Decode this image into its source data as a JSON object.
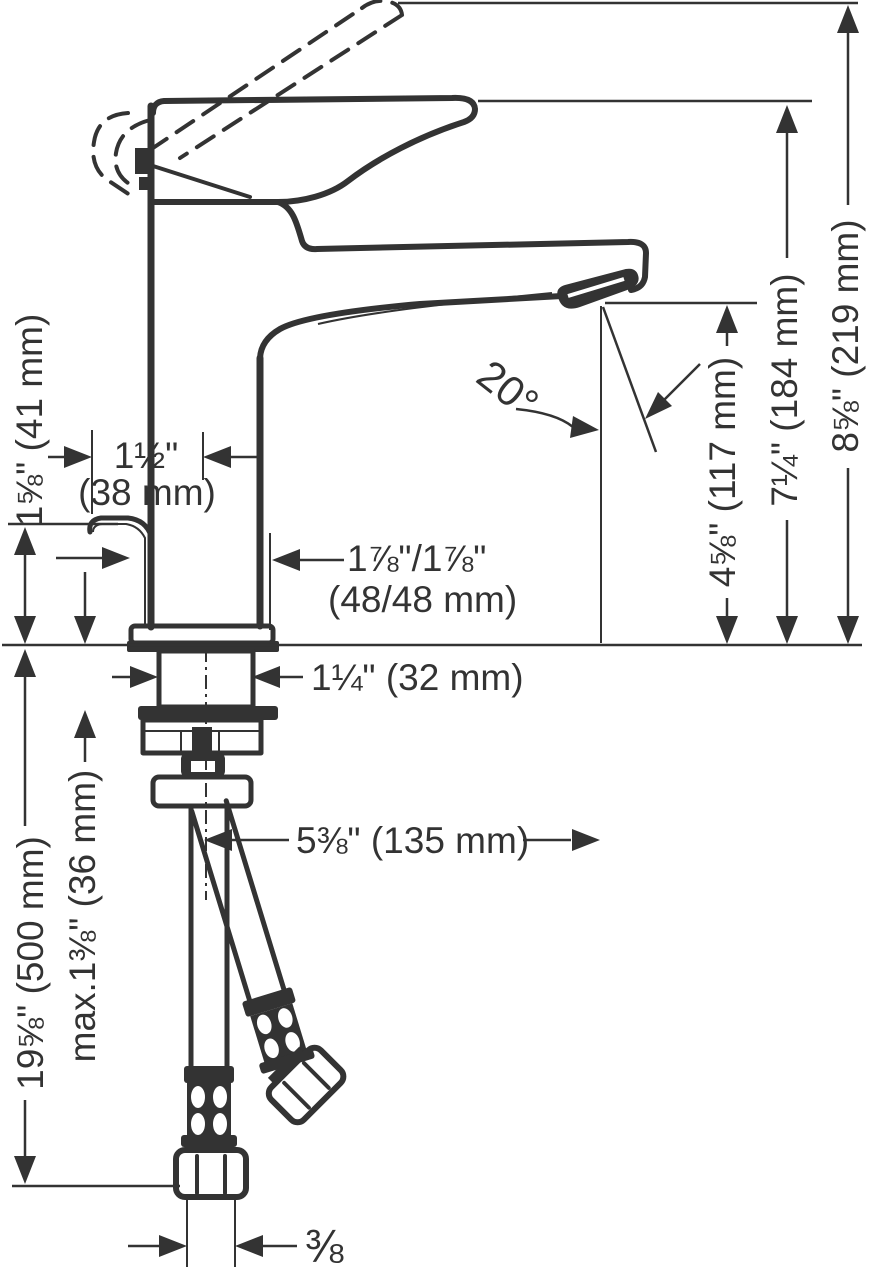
{
  "colors": {
    "line": "#333333",
    "background": "#ffffff"
  },
  "drawing": {
    "name": "single-hole-lavatory-faucet-dimension-drawing"
  },
  "labels": {
    "rod_height": "1⅝\" (41 mm)",
    "rod_offset_in": "1½\"",
    "rod_offset_mm": "(38 mm)",
    "handle_clearance_in": "1⅞\"/1⅞\"",
    "handle_clearance_mm": "(48/48 mm)",
    "shank_diameter": "1¼\" (32 mm)",
    "spout_angle": "20°",
    "spout_height": "4⅝\" (117 mm)",
    "handle_height": "7¼\" (184 mm)",
    "overall_height": "8⅝\" (219 mm)",
    "hose_length": "19⅝\" (500 mm)",
    "max_deck_thickness": "max.1⅜\" (36 mm)",
    "spout_reach": "5⅜\" (135 mm)",
    "connection_size": "⅜"
  }
}
